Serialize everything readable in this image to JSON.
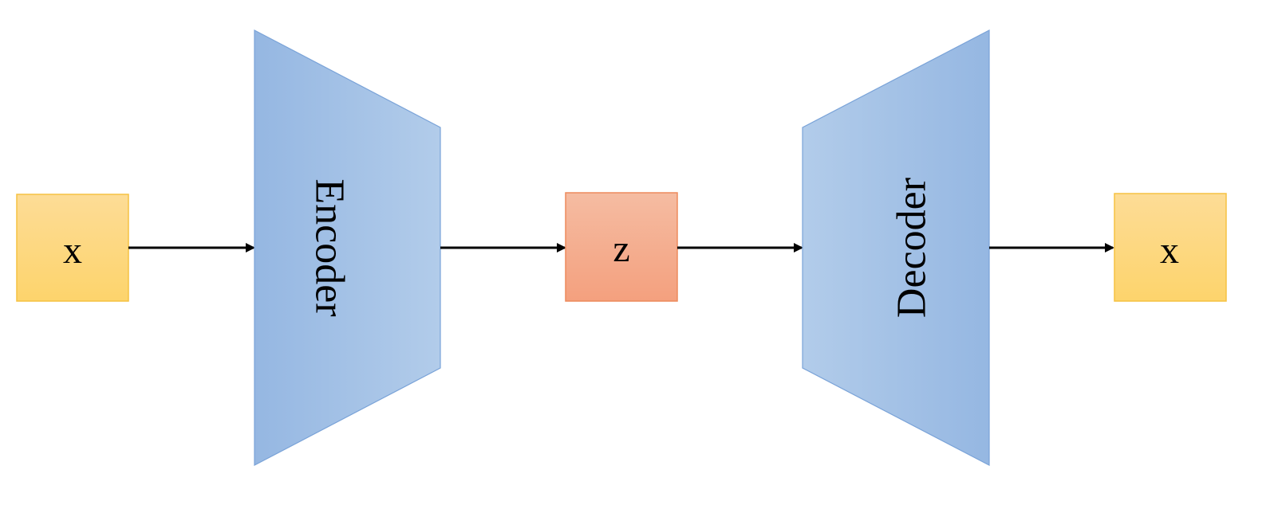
{
  "diagram": {
    "input_label": "x",
    "encoder_label": "Encoder",
    "latent_label": "z",
    "decoder_label": "Decoder",
    "output_label": "x"
  },
  "colors": {
    "io_box_fill_top": "#FDDC96",
    "io_box_fill_bottom": "#FDD46C",
    "io_box_stroke": "#F5C242",
    "latent_fill_top": "#F5BCA2",
    "latent_fill_bottom": "#F4A07E",
    "latent_stroke": "#ED8A5C",
    "block_fill_dark": "#95B7E2",
    "block_fill_light": "#B2CCEA",
    "block_stroke": "#7AA3D8",
    "arrow": "#000000"
  }
}
